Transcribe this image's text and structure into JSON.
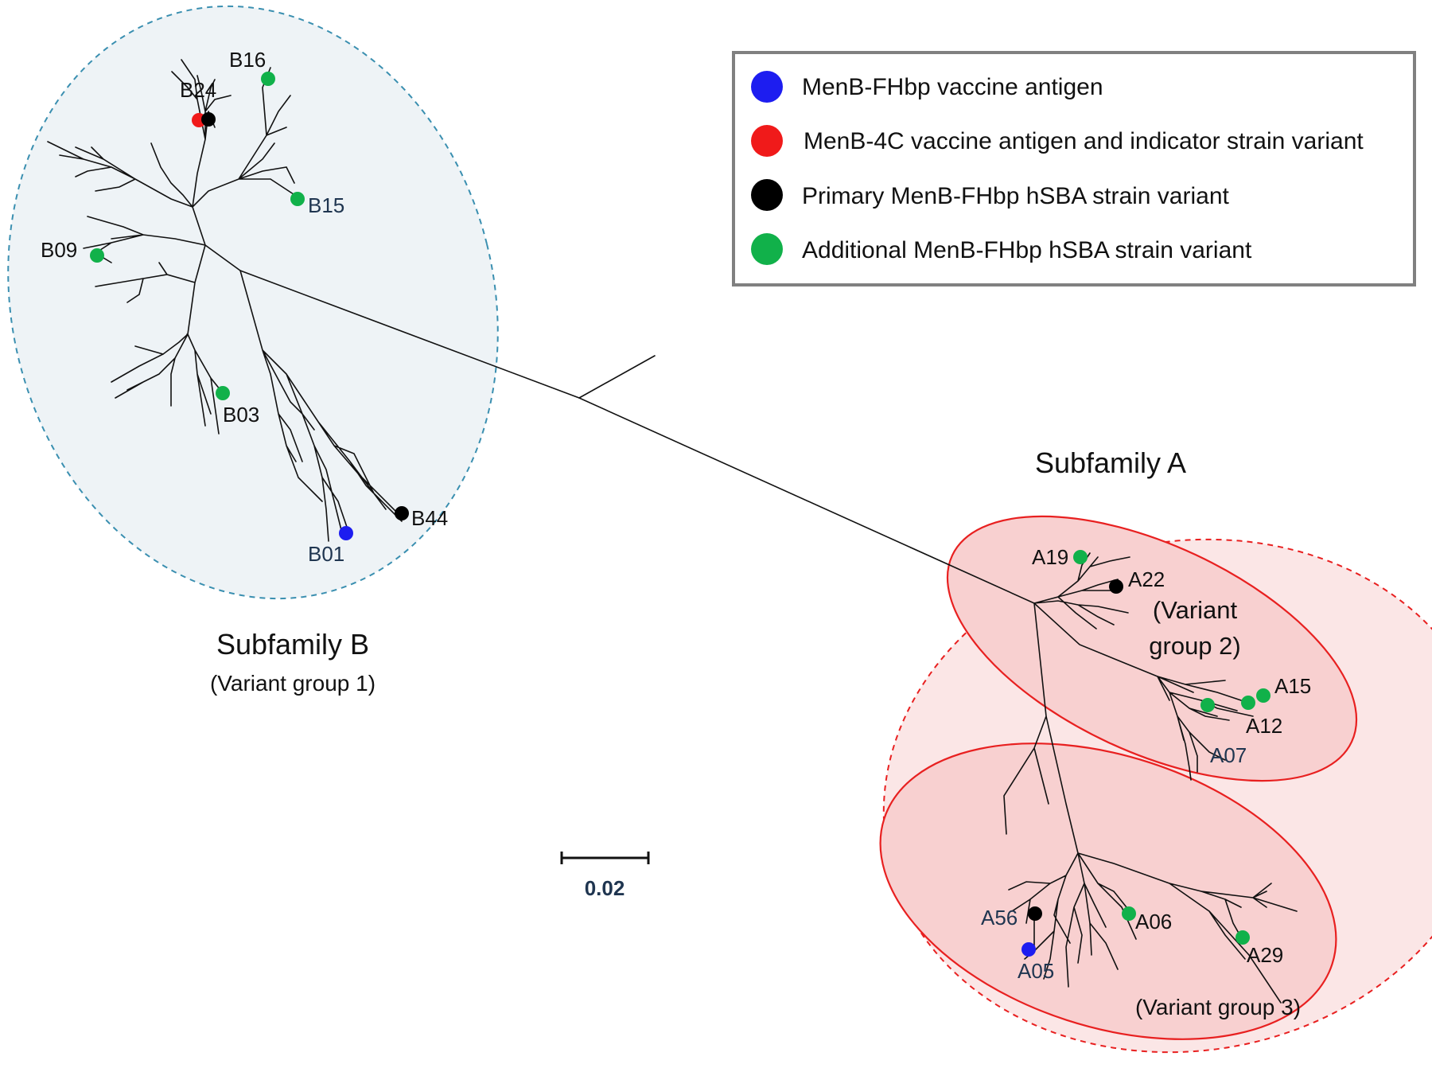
{
  "legend": {
    "items": [
      {
        "label": "MenB-FHbp vaccine antigen",
        "color": "#1d1df0"
      },
      {
        "label": "MenB-4C vaccine antigen and indicator strain variant",
        "color": "#f01a1a"
      },
      {
        "label": "Primary MenB-FHbp hSBA strain variant",
        "color": "#000000"
      },
      {
        "label": "Additional MenB-FHbp hSBA strain variant",
        "color": "#11b14a"
      }
    ]
  },
  "groups": {
    "subfamily_b_title": "Subfamily B",
    "subfamily_b_subtitle": "(Variant group 1)",
    "subfamily_a_title": "Subfamily A",
    "variant_group_2_line1": "(Variant",
    "variant_group_2_line2": "group 2)",
    "variant_group_3": "(Variant group 3)"
  },
  "variants": {
    "B16": "B16",
    "B24": "B24",
    "B15": "B15",
    "B09": "B09",
    "B03": "B03",
    "B44": "B44",
    "B01": "B01",
    "A19": "A19",
    "A22": "A22",
    "A15": "A15",
    "A12": "A12",
    "A07": "A07",
    "A56": "A56",
    "A06": "A06",
    "A05": "A05",
    "A29": "A29"
  },
  "scale_bar": {
    "label": "0.02"
  },
  "colors": {
    "subfamily_b_fill": "#eef3f6",
    "subfamily_b_border": "#3a8fb0",
    "subfamily_a_fill": "#fbe6e6",
    "variant_group_fill": "#f8d0d0",
    "variant_group_border": "#e82020"
  }
}
